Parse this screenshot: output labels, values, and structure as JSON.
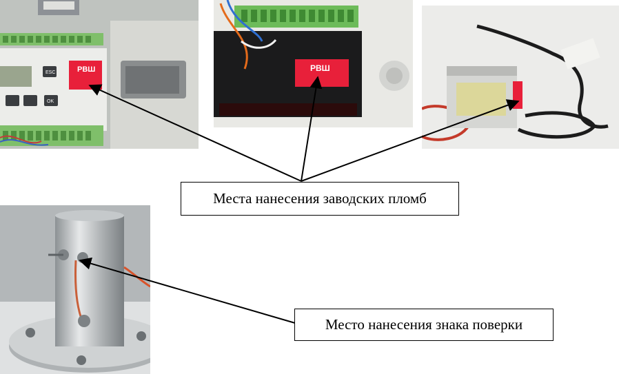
{
  "labels": {
    "factory_seals": "Места нанесения заводских пломб",
    "verification_mark": "Место нанесения знака поверки"
  },
  "stickers": {
    "controller_sticker": "РВШ",
    "rvsh_sticker": "РВШ"
  },
  "controller_keys": {
    "esc": "ESC",
    "ok": "OK"
  },
  "colors": {
    "seal_red": "#e8203a",
    "terminal_green": "#6dbb5a",
    "arrow": "#000000"
  }
}
